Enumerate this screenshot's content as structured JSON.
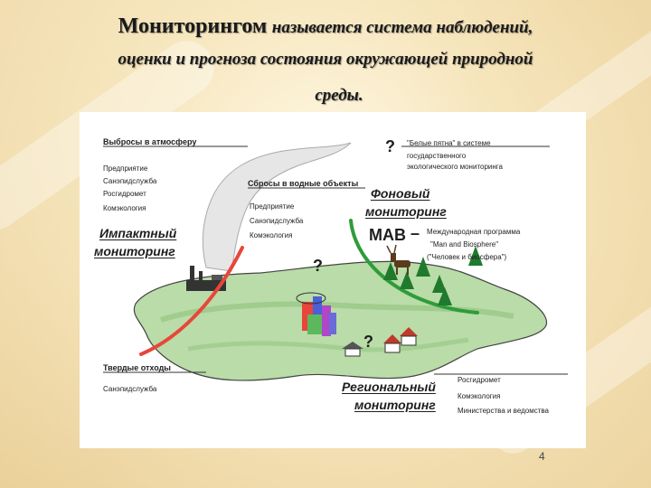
{
  "title": {
    "bold_word": "Мониторингом",
    "rest_line1": "называется система наблюдений,",
    "line2": "оценки и прогноза состояния окружающей природной",
    "line3": "среды."
  },
  "diagram": {
    "air": {
      "header": "Выбросы в атмосферу",
      "items": [
        "Предприятие",
        "Санэпидслужба",
        "Росгидромет",
        "Комэкология"
      ]
    },
    "water": {
      "header": "Сбросы в водные объекты",
      "items": [
        "Предприятие",
        "Санэпидслужба",
        "Комэкология"
      ]
    },
    "white_spots": {
      "mark": "?",
      "lines": [
        "\"Белые пятна\" в системе",
        "государственного",
        "экологического мониторинга"
      ]
    },
    "background_monitoring": [
      "Фоновый",
      "мониторинг"
    ],
    "mab": {
      "label": "МАВ",
      "dash": "–",
      "lines": [
        "Международная программа",
        "\"Man and Biosphere\"",
        "(\"Человек и биосфера\")"
      ]
    },
    "impact_monitoring": [
      "Импактный",
      "мониторинг"
    ],
    "solid_waste": {
      "header": "Твердые отходы",
      "items": [
        "Санэпидслужба"
      ]
    },
    "regional_monitoring": [
      "Региональный",
      "мониторинг"
    ],
    "regional_items": [
      "Росгидромет",
      "Комэкология",
      "Министерства и ведомства"
    ],
    "question_marks": [
      "?",
      "?"
    ]
  },
  "page_number": "4",
  "colors": {
    "land": "#b9dca8",
    "land_edge": "#444444",
    "impact_arc": "#e8463a",
    "background_arc": "#2f9c3a",
    "tree": "#1f7a2e",
    "smoke": "#e6e6e6"
  }
}
